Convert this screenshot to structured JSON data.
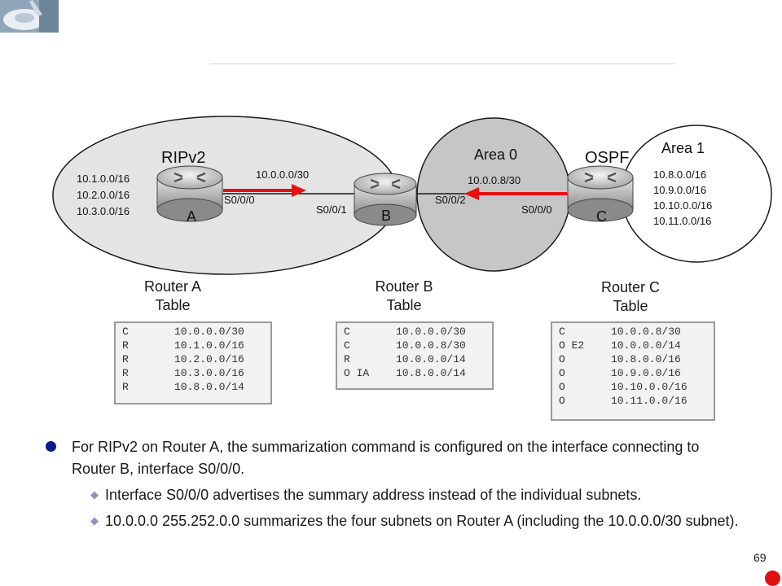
{
  "diagram": {
    "routers": {
      "a": {
        "letter": "A",
        "protocol": "RIPv2"
      },
      "b": {
        "letter": "B"
      },
      "c": {
        "letter": "C",
        "protocol": "OSPF"
      }
    },
    "areas": {
      "area0": "Area 0",
      "area1": "Area 1"
    },
    "router_a_networks": [
      "10.1.0.0/16",
      "10.2.0.0/16",
      "10.3.0.0/16"
    ],
    "router_c_networks": [
      "10.8.0.0/16",
      "10.9.0.0/16",
      "10.10.0.0/16",
      "10.11.0.0/16"
    ],
    "links": {
      "ab": {
        "network": "10.0.0.0/30",
        "a_interface": "S0/0/0",
        "b_interface": "S0/0/1"
      },
      "bc": {
        "network": "10.0.0.8/30",
        "b_interface": "S0/0/2",
        "c_interface": "S0/0/0"
      }
    },
    "arrow_color": "#e81010",
    "area0_color": "#c6c6c6",
    "ripv2_domain_color": "#e4e4e4"
  },
  "tables": {
    "a": {
      "title_line1": "Router A",
      "title_line2": "Table",
      "rows": [
        {
          "code": "C",
          "route": "10.0.0.0/30"
        },
        {
          "code": "R",
          "route": "10.1.0.0/16"
        },
        {
          "code": "R",
          "route": "10.2.0.0/16"
        },
        {
          "code": "R",
          "route": "10.3.0.0/16"
        },
        {
          "code": "R",
          "route": "10.8.0.0/14"
        }
      ]
    },
    "b": {
      "title_line1": "Router B",
      "title_line2": "Table",
      "rows": [
        {
          "code": "C",
          "route": "10.0.0.0/30"
        },
        {
          "code": "C",
          "route": "10.0.0.8/30"
        },
        {
          "code": "R",
          "route": "10.0.0.0/14"
        },
        {
          "code": "O IA",
          "route": "10.8.0.0/14"
        }
      ]
    },
    "c": {
      "title_line1": "Router C",
      "title_line2": "Table",
      "rows": [
        {
          "code": "C",
          "route": "10.0.0.8/30"
        },
        {
          "code": "O E2",
          "route": "10.0.0.0/14"
        },
        {
          "code": "O",
          "route": "10.8.0.0/16"
        },
        {
          "code": "O",
          "route": "10.9.0.0/16"
        },
        {
          "code": "O",
          "route": "10.10.0.0/16"
        },
        {
          "code": "O",
          "route": "10.11.0.0/16"
        }
      ]
    }
  },
  "bullets": {
    "main": "For RIPv2 on Router A, the summarization command is configured on the interface connecting to Router B, interface S0/0/0.",
    "sub1": "Interface S0/0/0 advertises the summary address instead of the individual subnets.",
    "sub2": "10.0.0.0 255.252.0.0 summarizes the four subnets on Router A (including the 10.0.0.0/30 subnet)."
  },
  "page_number": "69",
  "accent_color": "#0b1a8c"
}
